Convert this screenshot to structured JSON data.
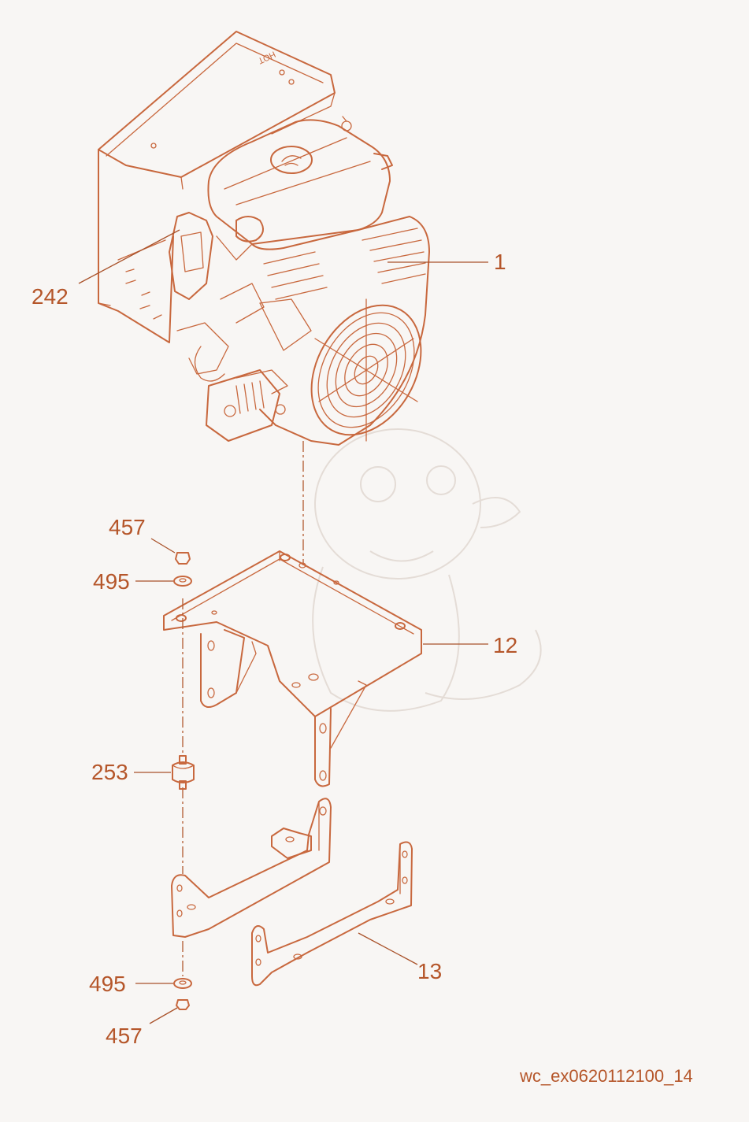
{
  "diagram": {
    "reference_id": "wc_ex0620112100_14",
    "callouts": [
      {
        "id": "242",
        "label": "242"
      },
      {
        "id": "1",
        "label": "1"
      },
      {
        "id": "457-top",
        "label": "457"
      },
      {
        "id": "495-top",
        "label": "495"
      },
      {
        "id": "12",
        "label": "12"
      },
      {
        "id": "253",
        "label": "253"
      },
      {
        "id": "495-bottom",
        "label": "495"
      },
      {
        "id": "13",
        "label": "13"
      },
      {
        "id": "457-bottom",
        "label": "457"
      }
    ],
    "parts": [
      {
        "name": "engine",
        "callout": "1"
      },
      {
        "name": "engine-harness-connector",
        "callout": "242"
      },
      {
        "name": "mounting-plate",
        "callout": "12"
      },
      {
        "name": "nut",
        "callout": "457"
      },
      {
        "name": "washer",
        "callout": "495"
      },
      {
        "name": "rubber-isolator-mount",
        "callout": "253"
      },
      {
        "name": "support-bracket",
        "callout": "13"
      }
    ],
    "colors": {
      "line": "#c8683e",
      "text": "#b5562a",
      "background": "#f8f6f4"
    }
  }
}
